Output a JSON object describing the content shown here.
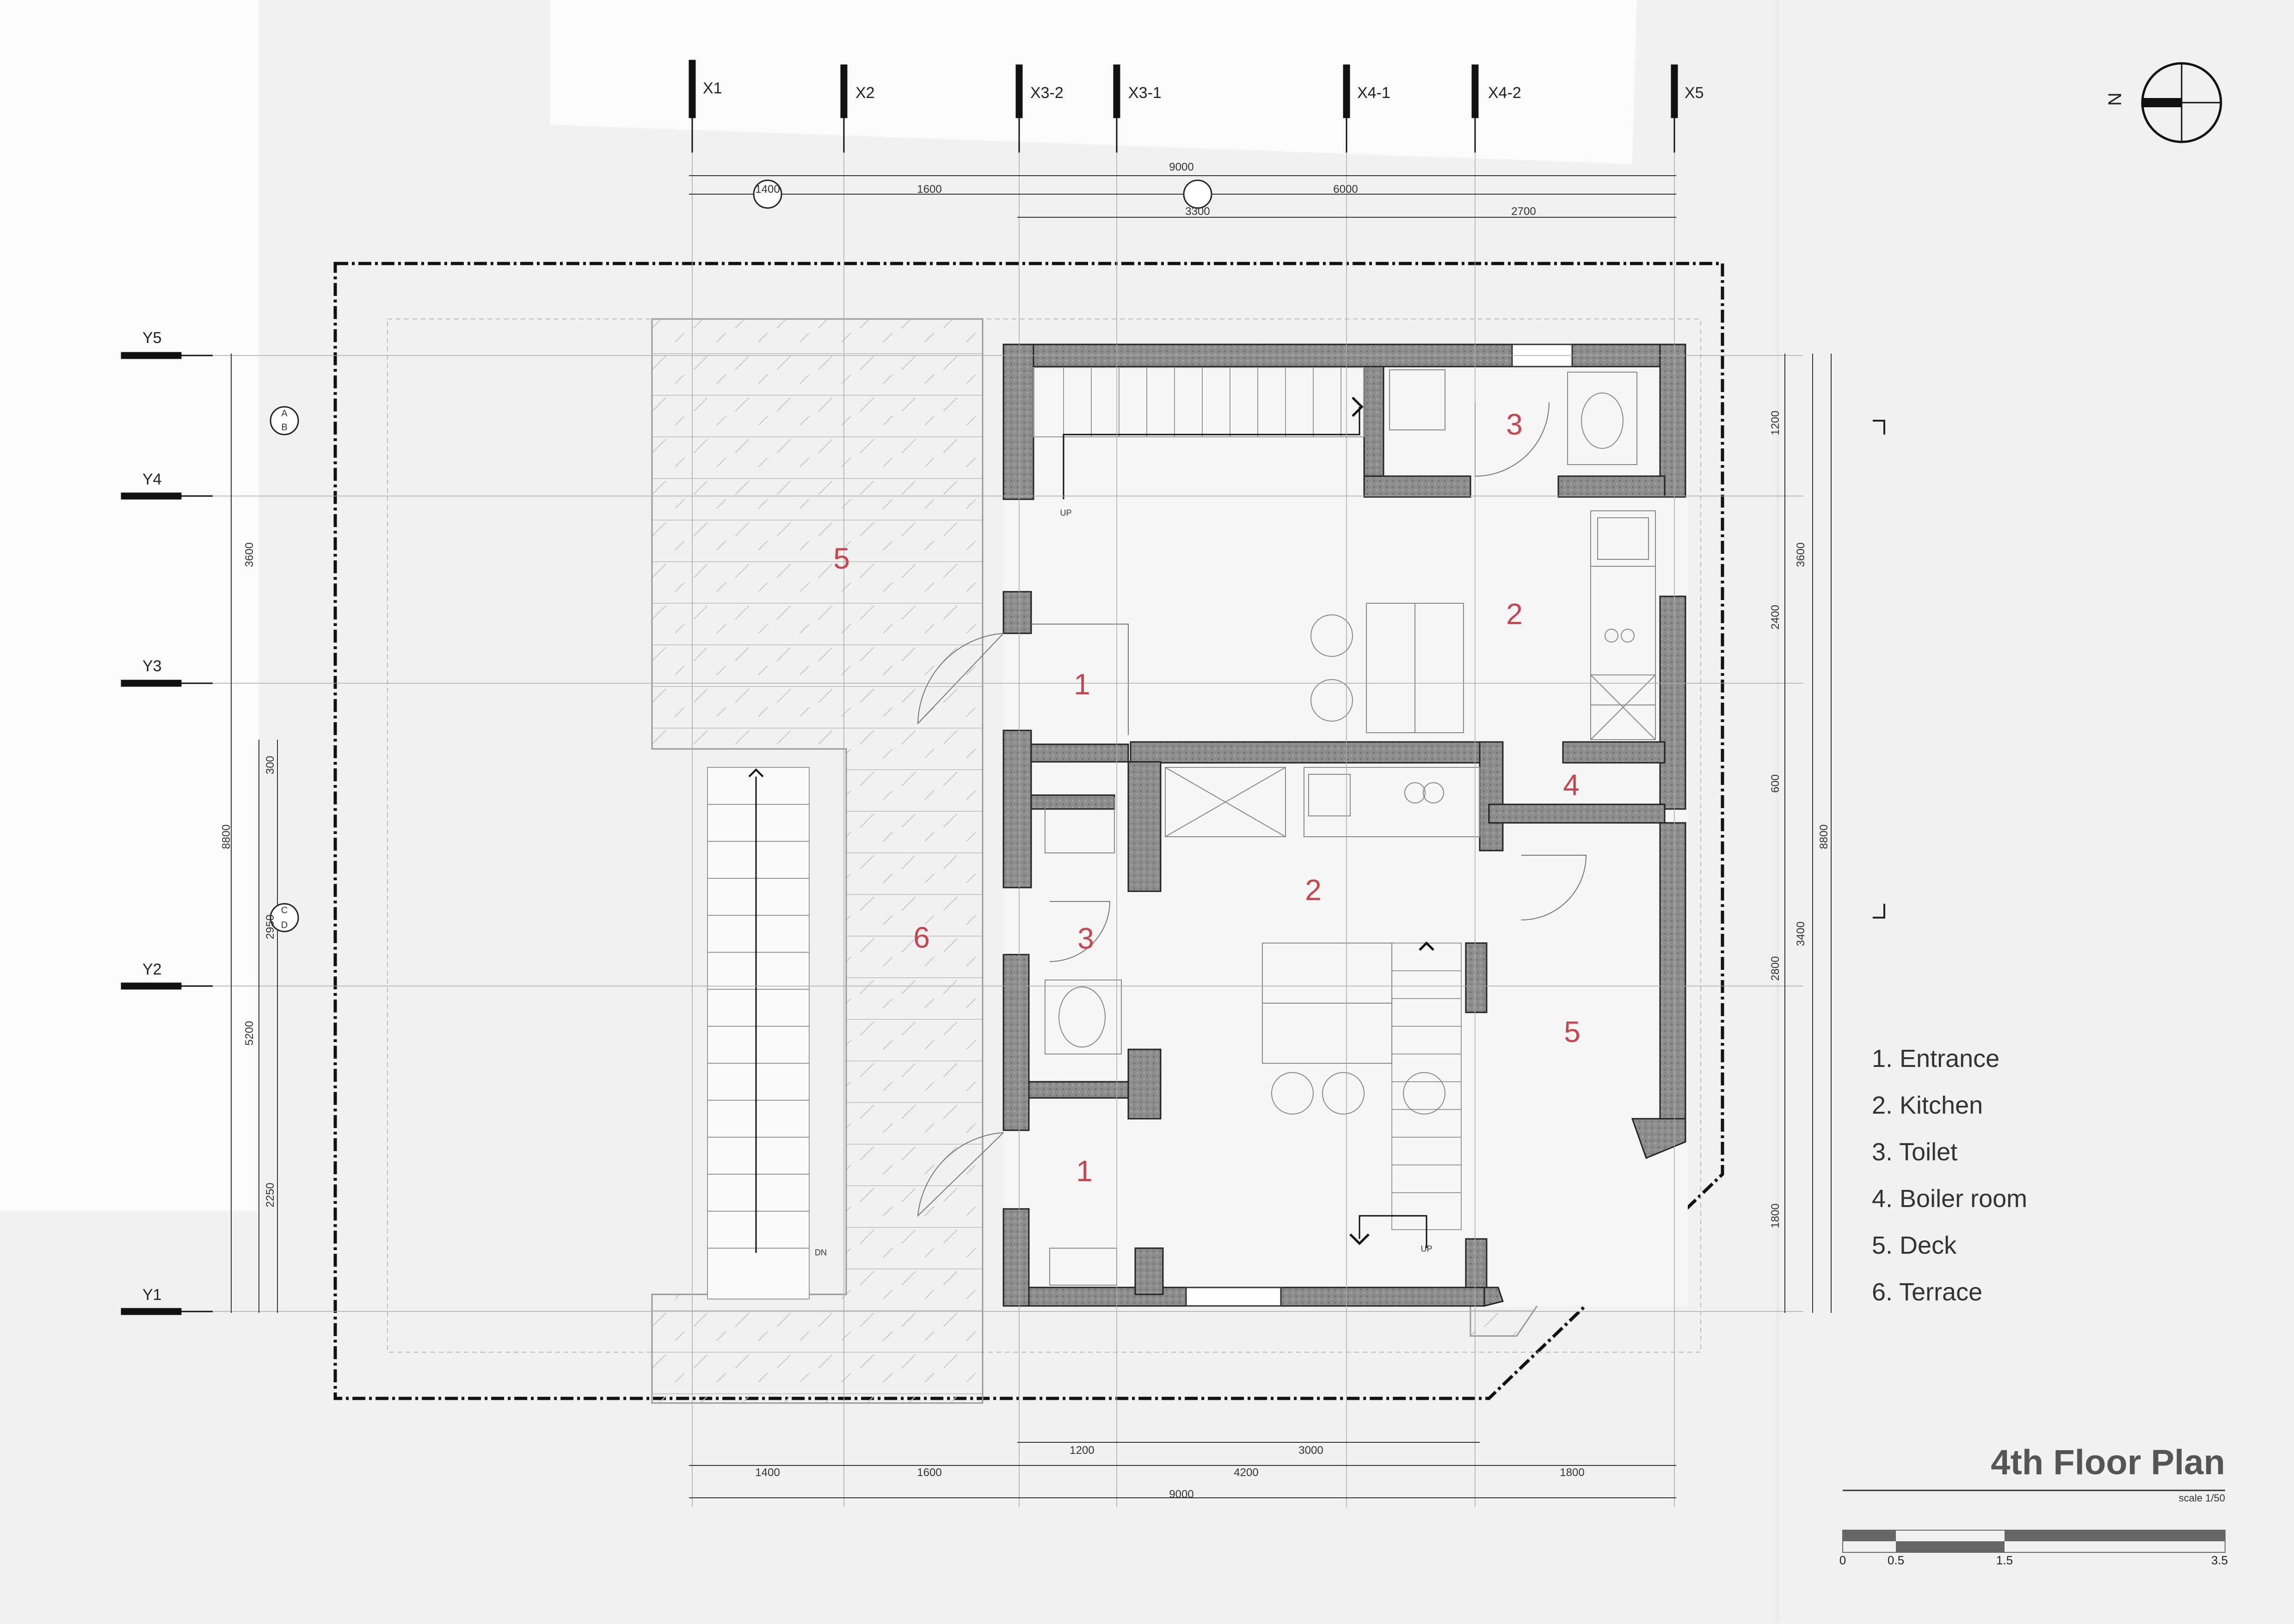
{
  "title": "4th Floor Plan",
  "scale_note": "scale 1/50",
  "scale_bar_ticks": [
    "0",
    "0.5",
    "1.5",
    "3.5"
  ],
  "north_label": "N",
  "grid_x": [
    "X1",
    "X2",
    "X3-2",
    "X3-1",
    "X4-1",
    "X4-2",
    "X5"
  ],
  "grid_y": [
    "Y5",
    "Y4",
    "Y3",
    "Y2",
    "Y1"
  ],
  "room_numbers": [
    "1",
    "2",
    "3",
    "4",
    "5",
    "6",
    "2",
    "3",
    "1",
    "5"
  ],
  "legend": [
    "1. Entrance",
    "2. Kitchen",
    "3. Toilet",
    "4. Boiler room",
    "5. Deck",
    "6. Terrace"
  ],
  "dims_top": [
    "9000",
    "1400",
    "1600",
    "6000",
    "3300",
    "2700"
  ],
  "dims_bottom": [
    "1400",
    "1600",
    "1200",
    "3000",
    "4200",
    "1800",
    "9000"
  ],
  "dims_left": [
    "3600",
    "8800",
    "300",
    "2950",
    "5200",
    "2250"
  ],
  "dims_right": [
    "1200",
    "3600",
    "2400",
    "600",
    "8800",
    "3400",
    "2800",
    "1800"
  ],
  "section_marks": [
    "A",
    "B",
    "C",
    "D"
  ],
  "stair_labels": [
    "UP",
    "DN",
    "UP"
  ],
  "colors": {
    "wall_fill": "#8a8a8a",
    "room_number": "#c9454d",
    "background": "#f1f1f1"
  }
}
